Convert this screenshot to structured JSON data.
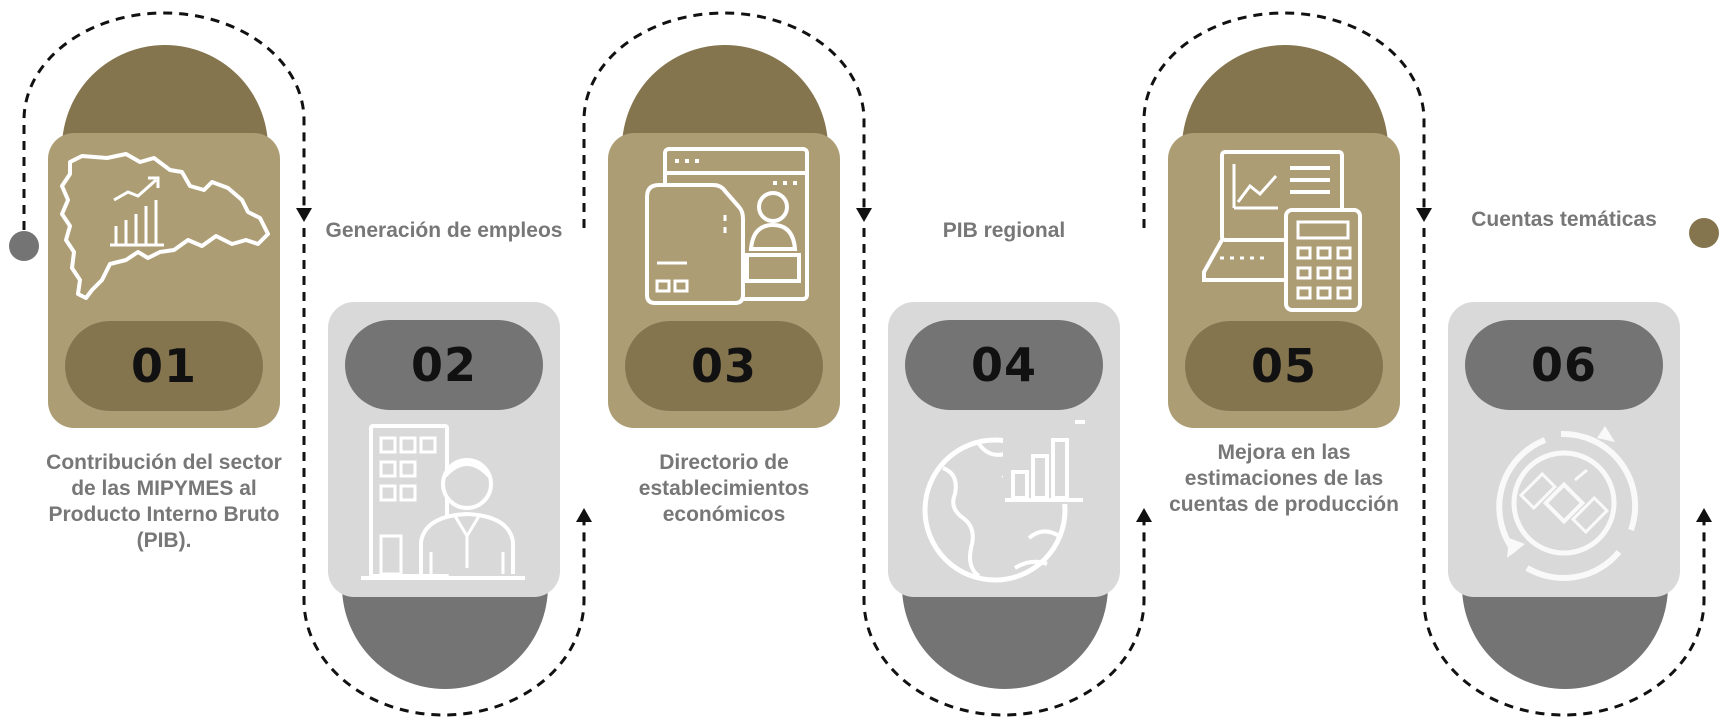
{
  "colors": {
    "gold_card": "#ac9d75",
    "gold_dark": "#85754f",
    "gray_card": "#d9d9d9",
    "gray_dark": "#747474",
    "label_text": "#777777",
    "number_text": "#111111",
    "icon_stroke": "#ffffff",
    "connector": "#111111"
  },
  "steps": [
    {
      "number": "01",
      "label": "Contribución del sector de las MIPYMES al Producto Interno Bruto (PIB).",
      "icon": "dominican-map-growth-chart-icon",
      "theme": "gold"
    },
    {
      "number": "02",
      "label": "Generación de empleos",
      "icon": "office-building-employee-icon",
      "theme": "gray"
    },
    {
      "number": "03",
      "label": "Directorio de establecimientos económicos",
      "icon": "business-directory-profile-icon",
      "theme": "gold"
    },
    {
      "number": "04",
      "label": "PIB regional",
      "icon": "globe-bar-chart-icon",
      "theme": "gray"
    },
    {
      "number": "05",
      "label": "Mejora en las estimaciones de las cuentas de producción",
      "icon": "laptop-calculator-report-icon",
      "theme": "gold"
    },
    {
      "number": "06",
      "label": "Cuentas temáticas",
      "icon": "satellite-cycle-icon",
      "theme": "gray"
    }
  ]
}
